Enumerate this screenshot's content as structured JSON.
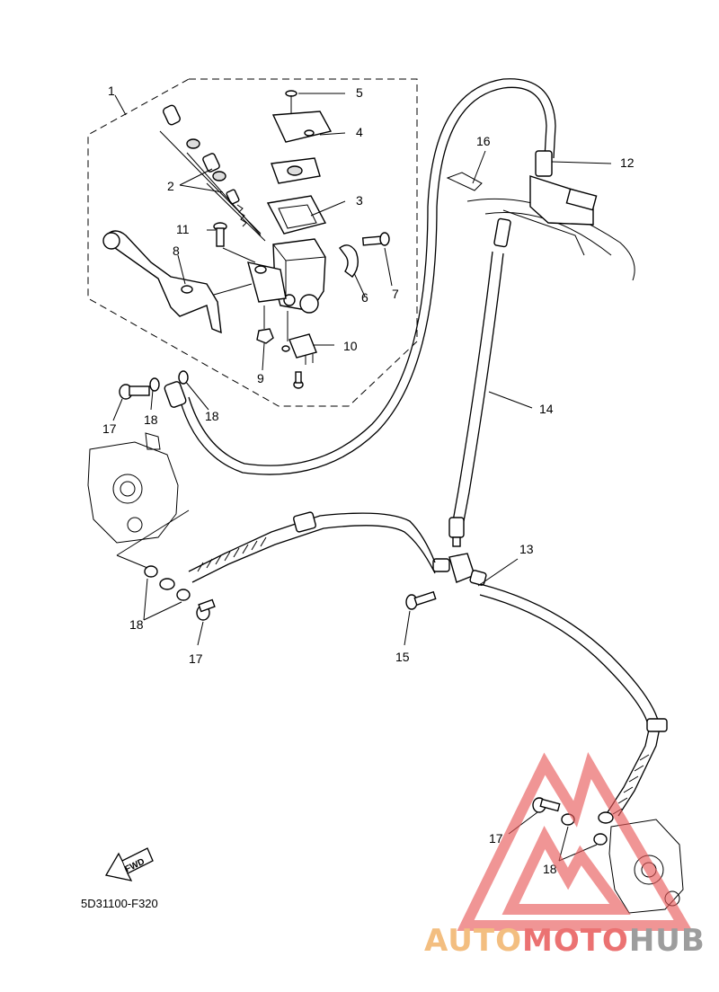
{
  "callouts": [
    "1",
    "2",
    "3",
    "4",
    "5",
    "6",
    "7",
    "8",
    "9",
    "10",
    "11",
    "12",
    "13",
    "14",
    "15",
    "16",
    "17",
    "18"
  ],
  "diagram_code": "5D31100-F320",
  "fwd_label": "FWD",
  "watermark": {
    "part1": "AUTO",
    "part2": "MOTO",
    "part3": "HUB",
    "color_orange": "#f2b36a",
    "color_red": "#e85a5a",
    "color_gray": "#8c8c8c"
  }
}
